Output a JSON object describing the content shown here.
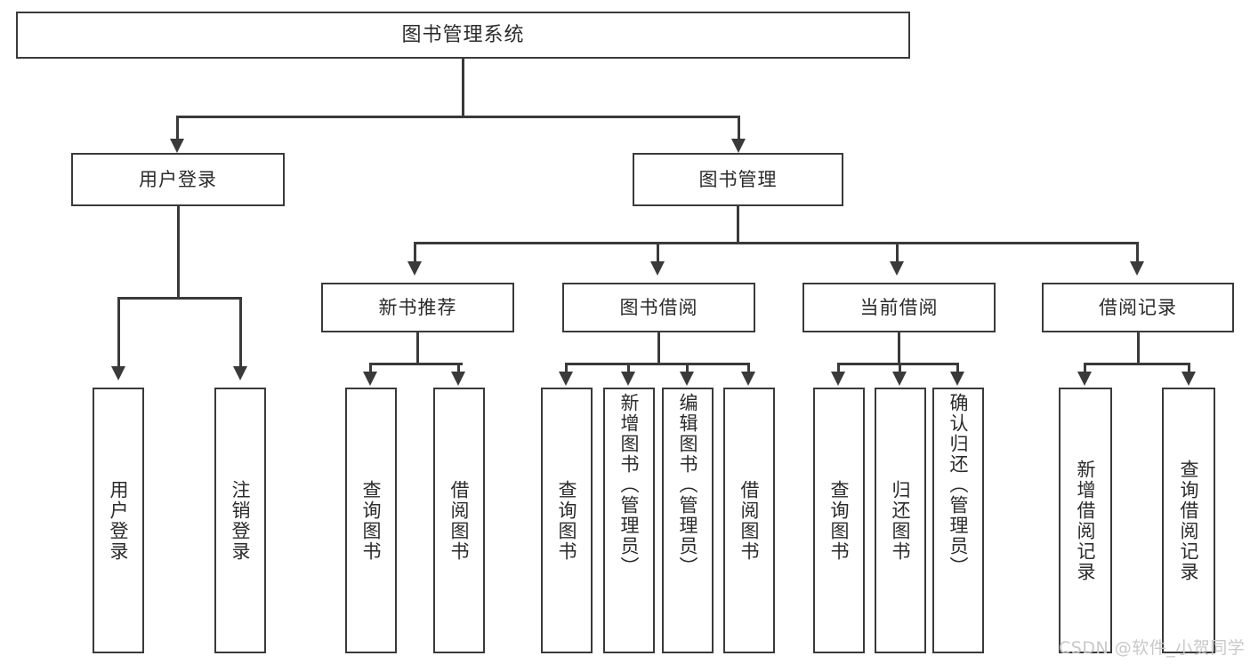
{
  "diagram": {
    "title": "图书管理系统",
    "type": "tree-hierarchy",
    "watermark": "CSDN @软件_小贺同学",
    "colors": {
      "stroke": "#3a3a3a",
      "fill": "#ffffff",
      "text": "#2b2b2b",
      "watermark": "#c9c9c9"
    },
    "nodes": {
      "root": "图书管理系统",
      "level1": {
        "user_login": "用户登录",
        "book_manage": "图书管理"
      },
      "level2": {
        "new_book_recommend": "新书推荐",
        "book_borrow": "图书借阅",
        "current_borrow": "当前借阅",
        "borrow_record": "借阅记录"
      },
      "leaves": {
        "user_login": [
          "用户登录",
          "注销登录"
        ],
        "new_book_recommend": [
          "查询图书",
          "借阅图书"
        ],
        "book_borrow": [
          "查询图书",
          "新增图书（管理员）",
          "编辑图书（管理员）",
          "借阅图书"
        ],
        "current_borrow": [
          "查询图书",
          "归还图书",
          "确认归还（管理员）"
        ],
        "borrow_record": [
          "新增借阅记录",
          "查询借阅记录"
        ]
      }
    }
  }
}
